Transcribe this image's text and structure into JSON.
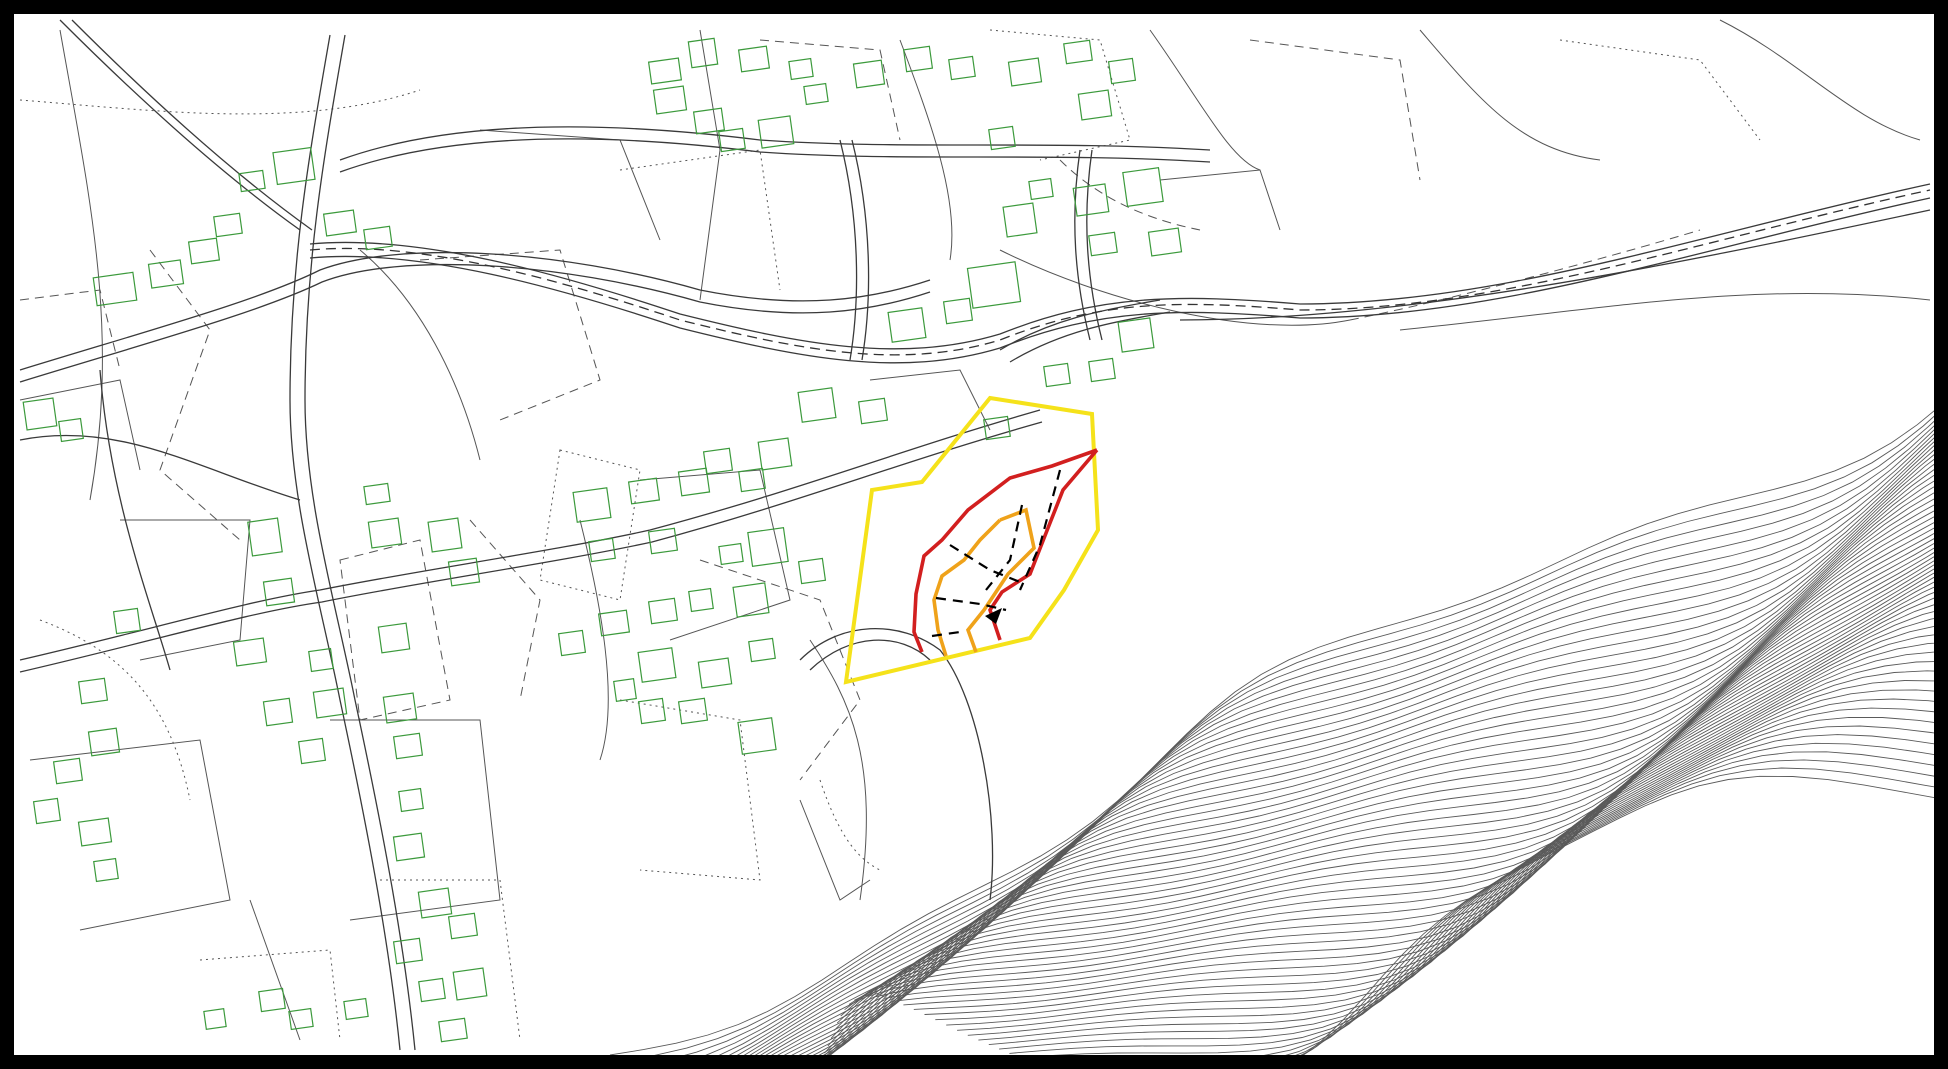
{
  "map": {
    "frame_color": "#000000",
    "building_color": "#3c9a3c",
    "contour_color": "#5a5a5a",
    "overlays": [
      {
        "name": "study-area-outline",
        "color": "#f5e21a"
      },
      {
        "name": "scarp-outline",
        "color": "#d21f1f"
      },
      {
        "name": "deposit-outline",
        "color": "#efa21a"
      },
      {
        "name": "movement-arrows",
        "color": "#000000"
      }
    ]
  }
}
